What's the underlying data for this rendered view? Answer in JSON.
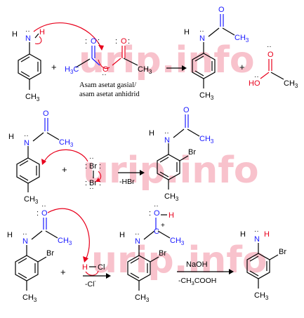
{
  "watermark": "urip.info",
  "colors": {
    "bond": "#000000",
    "heteroatom_blue": "#1a1aff",
    "oxygen_red": "#e8001c",
    "arrow_red": "#e8001c",
    "watermark_pink": "#f7b8c4"
  },
  "atoms": {
    "N": "N",
    "H": "H",
    "O": "O",
    "C": "C",
    "Br": "Br",
    "CH3": "CH",
    "CH3_sub": "3",
    "H3C": "H",
    "H3C_sub": "3",
    "HO": "HO",
    "H_Cl": "H",
    "Cl": "Cl",
    "lone_pair": "··",
    "lone_pair_v": ":",
    "plus_charge": "+",
    "minus_charge": "-"
  },
  "step1": {
    "plus_1": "+",
    "plus_2": "+",
    "reagent_label_line1": "Asam asetat gasial/",
    "reagent_label_line2": "asam asetat anhidrid"
  },
  "step2": {
    "plus": "+",
    "byproduct": "-HBr"
  },
  "step3": {
    "plus": "+",
    "byproduct": "-Cl",
    "byproduct_charge": "-",
    "reagent_above": "NaOH",
    "reagent_below": "-CH",
    "reagent_below_sub": "3",
    "reagent_below_tail": "COOH"
  }
}
